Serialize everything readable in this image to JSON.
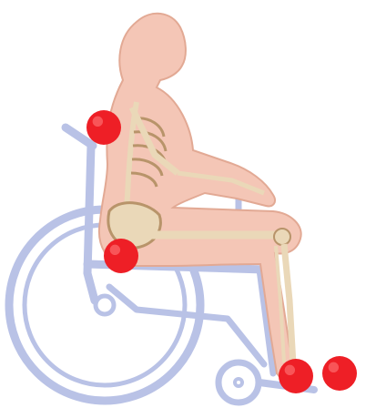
{
  "colors": {
    "background": "#ffffff",
    "wheelchair_frame": "#b9c2e6",
    "wheelchair_shadow": "#a7b2de",
    "skin": "#f4c6b6",
    "skin_outline": "#e2a994",
    "bone": "#ead8b8",
    "bone_outline": "#b8946a",
    "pressure_point": "#ee1f26",
    "pressure_point_highlight": "#ff7a7a"
  },
  "pressure_points": [
    {
      "location": "shoulder-blade"
    },
    {
      "location": "ischial-tuberosity"
    },
    {
      "location": "heel"
    },
    {
      "location": "heel"
    }
  ]
}
